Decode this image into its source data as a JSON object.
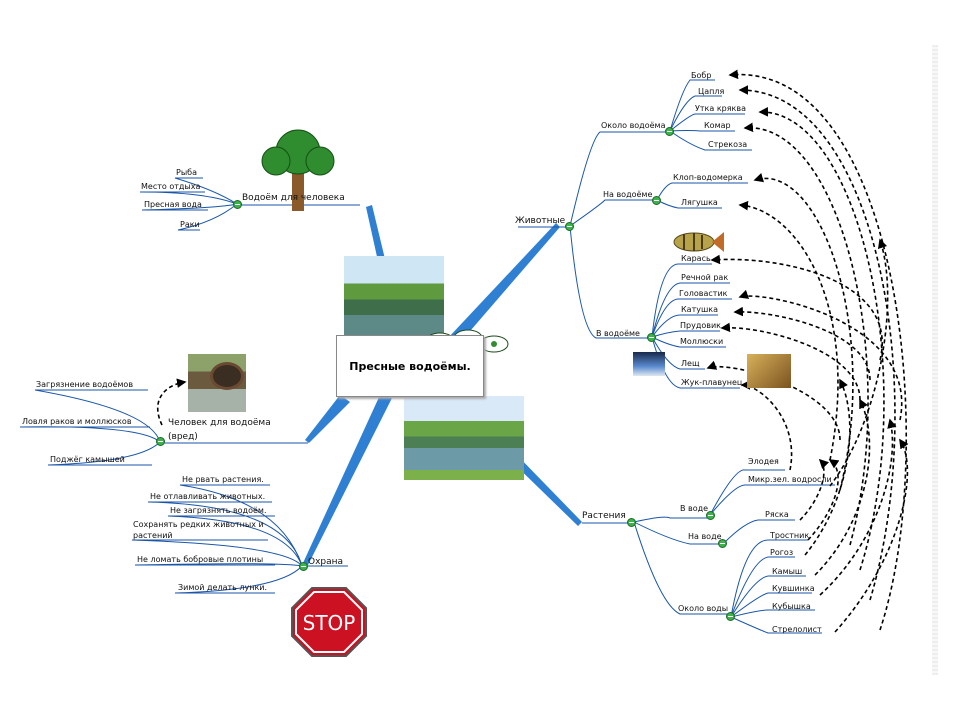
{
  "title": "Пресные водоёмы.",
  "branches": {
    "human_use": {
      "label": "Водоём для человека",
      "items": [
        "Рыба",
        "Место отдыха",
        "Пресная вода",
        "Раки"
      ]
    },
    "harm": {
      "label": "Человек для водоёма (вред)",
      "label_line1": "Человек для водоёма",
      "label_line2": "(вред)",
      "items": [
        "Загрязнение водоёмов",
        "Ловля раков и моллюсков",
        "Поджёг камышей"
      ]
    },
    "protection": {
      "label": "Охрана",
      "items": [
        "Не рвать растения.",
        "Не отлавливать животных.",
        "Не загрязнять водоём.",
        "Сохранять редких животных и",
        "растений",
        "Не ломать бобровые плотины",
        "Зимой делать лунки."
      ],
      "sign": "STOP"
    },
    "animals": {
      "label": "Животные",
      "near": {
        "label": "Около водоёма",
        "items": [
          "Бобр",
          "Цапля",
          "Утка кряква",
          "Комар",
          "Стрекоза"
        ]
      },
      "on": {
        "label": "На водоёме",
        "items": [
          "Клоп-водомерка",
          "Лягушка"
        ]
      },
      "in": {
        "label": "В водоёме",
        "items": [
          "Карась",
          "Речной рак",
          "Головастик",
          "Катушка",
          "Прудовик",
          "Моллюски",
          "Лещ",
          "Жук-плавунец"
        ]
      }
    },
    "plants": {
      "label": "Растения",
      "in": {
        "label": "В воде",
        "items": [
          "Элодея",
          "Микр.зел. водросли"
        ]
      },
      "on": {
        "label": "На воде",
        "items": [
          "Ряска"
        ]
      },
      "near": {
        "label": "Около воды",
        "items": [
          "Тростник",
          "Рогоз",
          "Камыш",
          "Кувшинка",
          "Кубышка",
          "Стрелолист"
        ]
      }
    }
  },
  "colors": {
    "main_branch": "#2f7fd3",
    "line": "#1a56a8",
    "knob": "#3cb24a",
    "arrows": "#000000",
    "stop": "#cc1122"
  }
}
